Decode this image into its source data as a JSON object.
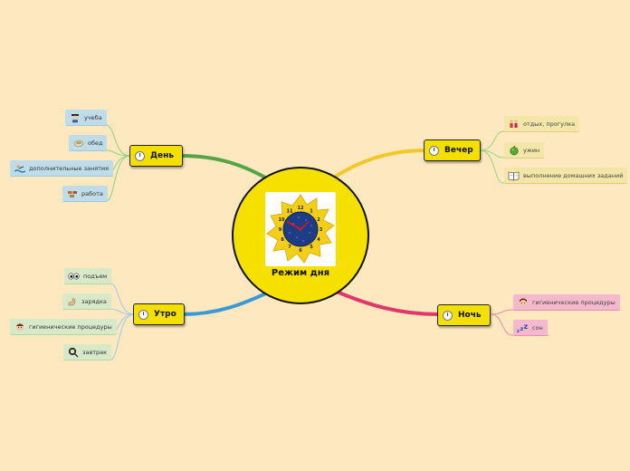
{
  "center": {
    "title": "Режим дня",
    "icon": "sun-clock-icon"
  },
  "colors": {
    "day": "#54a546",
    "morning": "#3a99d4",
    "evening": "#f0c928",
    "night": "#e0386b",
    "node": "#f4e000"
  },
  "branches": {
    "day": {
      "label": "День",
      "icon": "clock-icon"
    },
    "morning": {
      "label": "Утро",
      "icon": "clock-icon"
    },
    "evening": {
      "label": "Вечер",
      "icon": "clock-icon"
    },
    "night": {
      "label": "Ночь",
      "icon": "clock-icon"
    }
  },
  "leaves": {
    "day": [
      {
        "label": "учеба",
        "icon": "student-icon"
      },
      {
        "label": "обед",
        "icon": "food-bowl-icon"
      },
      {
        "label": "дополнительные занятия",
        "icon": "swimmer-icon"
      },
      {
        "label": "работа",
        "icon": "bricks-icon"
      }
    ],
    "morning": [
      {
        "label": "подъем",
        "icon": "eyes-icon"
      },
      {
        "label": "зарядка",
        "icon": "muscle-arm-icon"
      },
      {
        "label": "гигиенические процедуры",
        "icon": "face-wash-icon"
      },
      {
        "label": "завтрак",
        "icon": "frying-pan-icon"
      }
    ],
    "evening": [
      {
        "label": "отдых, прогулка",
        "icon": "people-icon"
      },
      {
        "label": "ужин",
        "icon": "apple-icon"
      },
      {
        "label": "выполнение домашних заданий",
        "icon": "book-icon"
      }
    ],
    "night": [
      {
        "label": "гигиенические процедуры",
        "icon": "face-icon"
      },
      {
        "label": "сон",
        "icon": "sleep-zzz-icon"
      }
    ]
  }
}
